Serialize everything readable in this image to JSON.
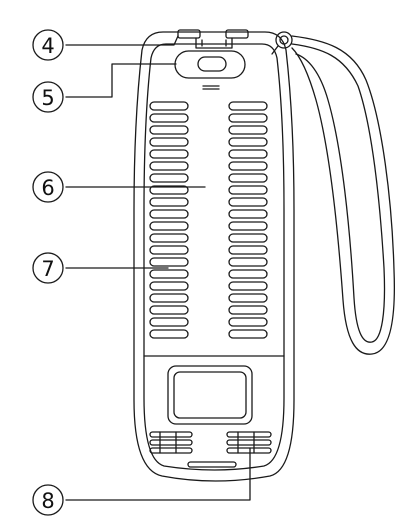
{
  "callouts": [
    {
      "id": "4",
      "label": "④"
    },
    {
      "id": "5",
      "label": "⑤"
    },
    {
      "id": "6",
      "label": "⑥"
    },
    {
      "id": "7",
      "label": "⑦"
    },
    {
      "id": "8",
      "label": "⑧"
    }
  ],
  "colors": {
    "stroke": "#1a1a1a",
    "background": "#ffffff"
  }
}
